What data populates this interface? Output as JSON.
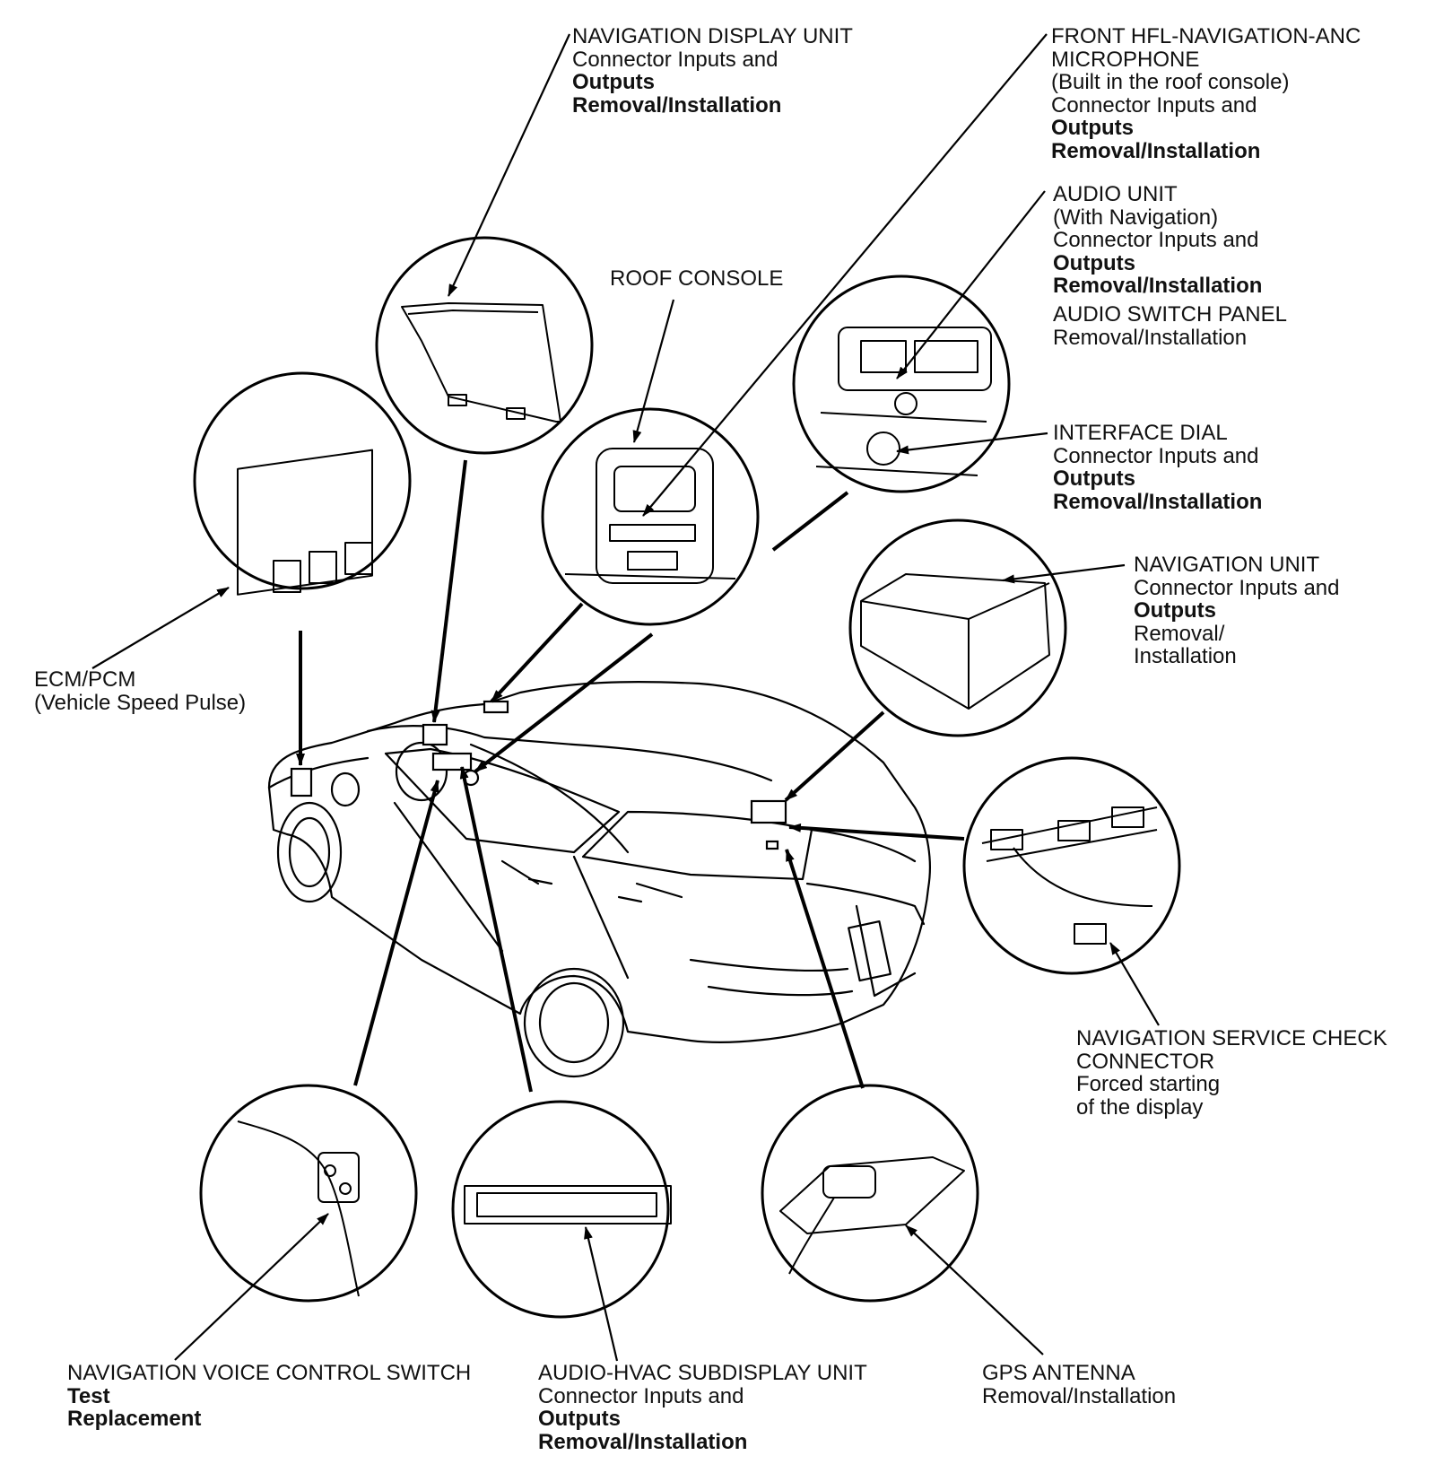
{
  "callouts": {
    "nav_display": {
      "name": "NAVIGATION DISPLAY UNIT",
      "lines": [
        "Connector Inputs and"
      ],
      "links": [
        "Outputs",
        "Removal/Installation"
      ]
    },
    "front_mic": {
      "name": [
        "FRONT HFL-NAVIGATION-ANC",
        "MICROPHONE"
      ],
      "lines": [
        "(Built in the roof console)",
        "Connector Inputs and"
      ],
      "links": [
        "Outputs",
        "Removal/Installation"
      ]
    },
    "audio_unit": {
      "name": "AUDIO UNIT",
      "lines": [
        "(With Navigation)",
        "Connector Inputs and"
      ],
      "links": [
        "Outputs",
        "Removal/Installation"
      ]
    },
    "audio_switch": {
      "name": "AUDIO SWITCH PANEL",
      "lines": [
        "Removal/Installation"
      ]
    },
    "roof_console": {
      "name": "ROOF CONSOLE"
    },
    "interface_dial": {
      "name": "INTERFACE DIAL",
      "lines": [
        "Connector Inputs and"
      ],
      "links": [
        "Outputs",
        "Removal/Installation"
      ]
    },
    "nav_unit": {
      "name": "NAVIGATION UNIT",
      "lines": [
        "Connector Inputs and"
      ],
      "links": [
        "Outputs"
      ],
      "tail": [
        "Removal/",
        "Installation"
      ]
    },
    "ecm": {
      "name": "ECM/PCM",
      "lines": [
        "(Vehicle Speed Pulse)"
      ]
    },
    "service_check": {
      "name": [
        "NAVIGATION SERVICE CHECK",
        "CONNECTOR"
      ],
      "lines": [
        "Forced starting",
        "of the display"
      ]
    },
    "voice_switch": {
      "name": "NAVIGATION VOICE CONTROL SWITCH",
      "links": [
        "Test",
        "Replacement"
      ]
    },
    "subdisplay": {
      "name": "AUDIO-HVAC SUBDISPLAY UNIT",
      "lines": [
        "Connector Inputs and"
      ],
      "links": [
        "Outputs",
        "Removal/Installation"
      ]
    },
    "gps": {
      "name": "GPS ANTENNA",
      "lines": [
        "Removal/Installation"
      ]
    }
  }
}
